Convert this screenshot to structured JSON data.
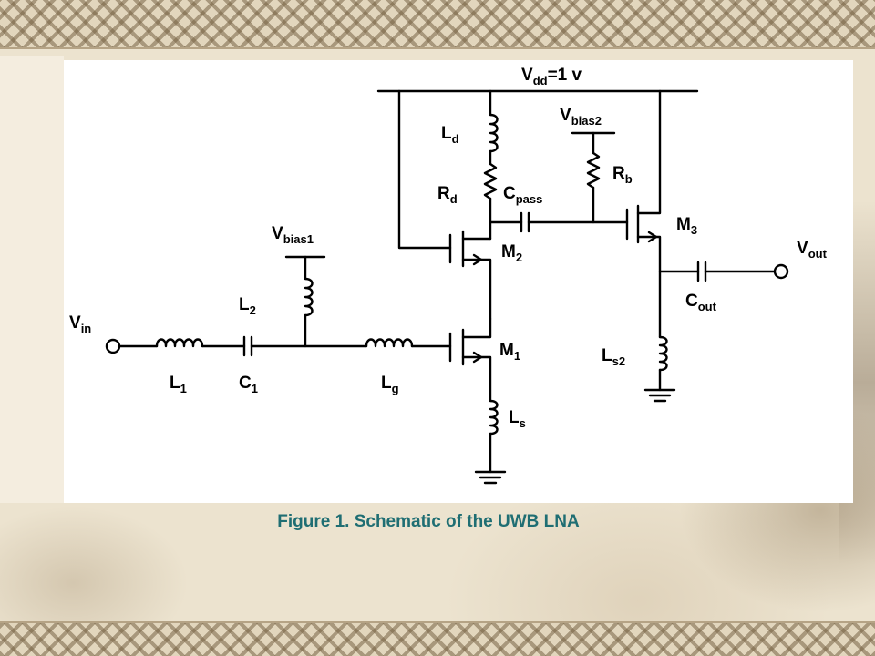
{
  "caption": "Figure 1. Schematic of the UWB LNA",
  "supply": {
    "name": "V",
    "sub": "dd",
    "value": "=1 v"
  },
  "labels": {
    "vin": {
      "main": "V",
      "sub": "in"
    },
    "vout": {
      "main": "V",
      "sub": "out"
    },
    "vbias1": {
      "main": "V",
      "sub": "bias1"
    },
    "vbias2": {
      "main": "V",
      "sub": "bias2"
    },
    "L1": {
      "main": "L",
      "sub": "1"
    },
    "C1": {
      "main": "C",
      "sub": "1"
    },
    "L2": {
      "main": "L",
      "sub": "2"
    },
    "Lg": {
      "main": "L",
      "sub": "g"
    },
    "Ls": {
      "main": "L",
      "sub": "s"
    },
    "Ld": {
      "main": "L",
      "sub": "d"
    },
    "Rd": {
      "main": "R",
      "sub": "d"
    },
    "Cpass": {
      "main": "C",
      "sub": "pass"
    },
    "Rb": {
      "main": "R",
      "sub": "b"
    },
    "M1": {
      "main": "M",
      "sub": "1"
    },
    "M2": {
      "main": "M",
      "sub": "2"
    },
    "M3": {
      "main": "M",
      "sub": "3"
    },
    "Cout": {
      "main": "C",
      "sub": "out"
    },
    "Ls2": {
      "main": "L",
      "sub": "s2"
    }
  },
  "colors": {
    "caption": "#1f6e73",
    "wire": "#000000",
    "panel": "#ffffff"
  }
}
